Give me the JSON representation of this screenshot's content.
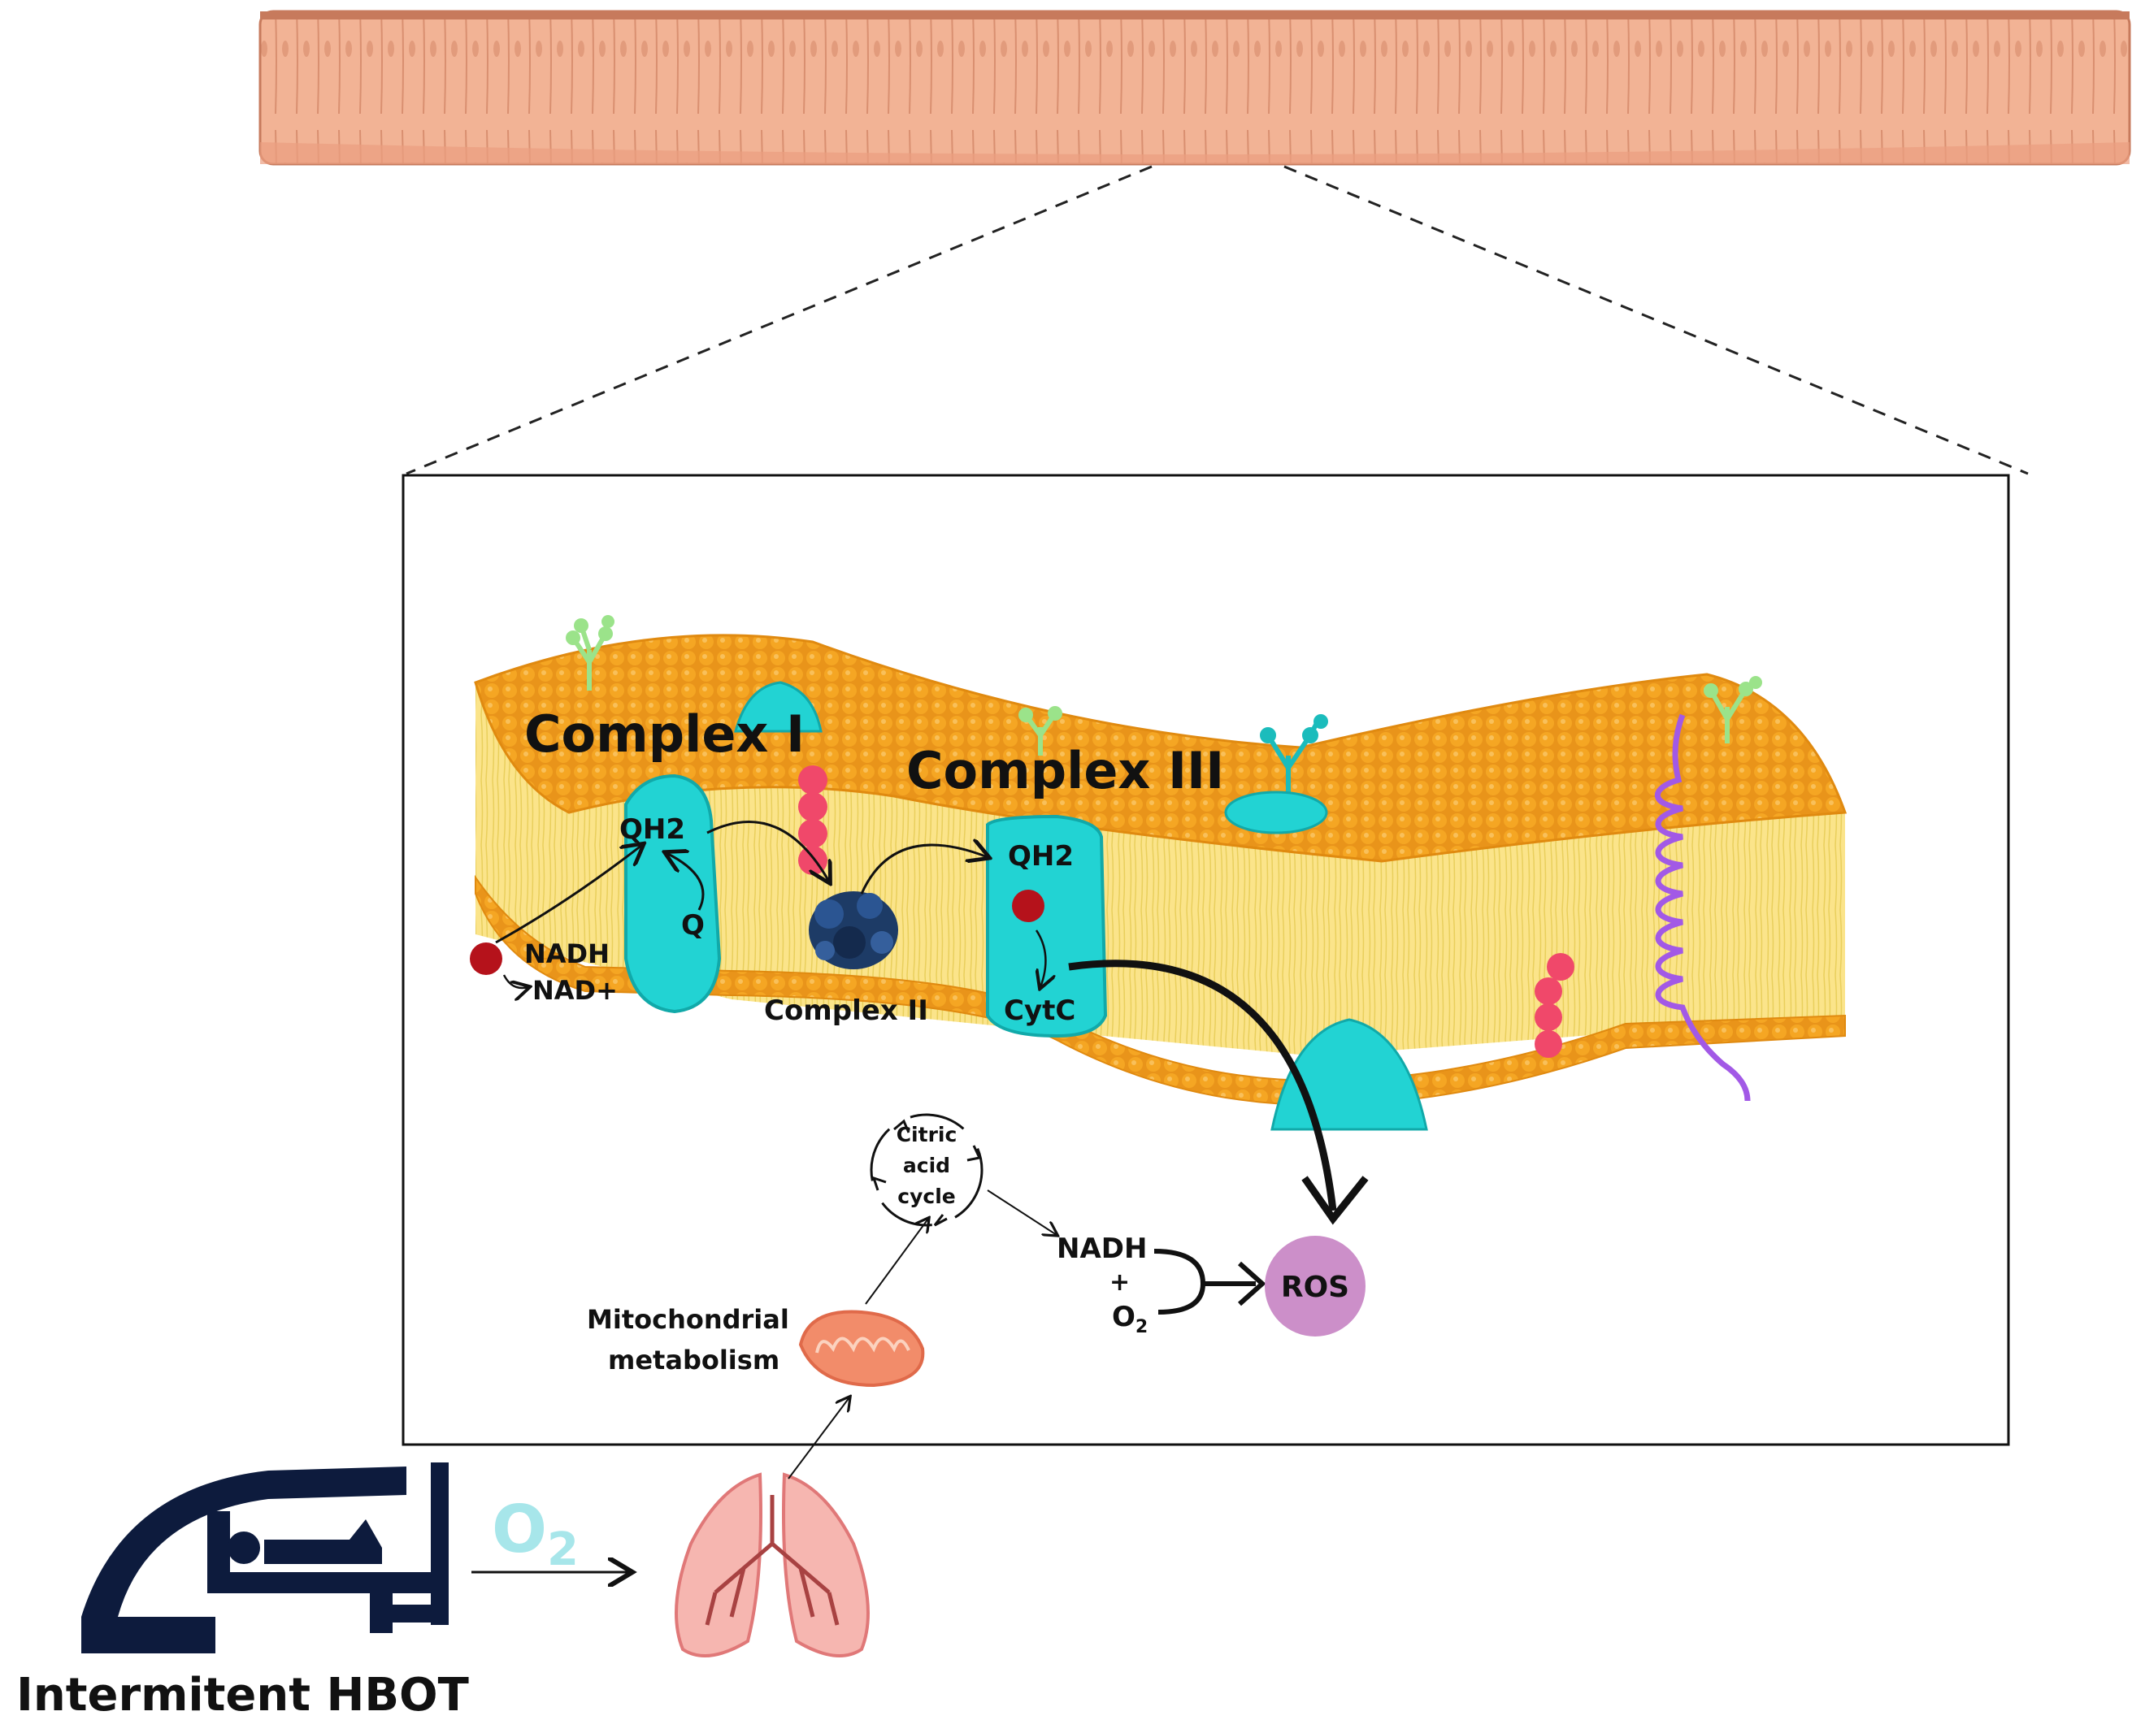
{
  "labels": {
    "complex_i": "Complex I",
    "complex_ii": "Complex II",
    "complex_iii": "Complex III",
    "qh2_left": "QH2",
    "q": "Q",
    "nadh_left": "NADH",
    "nad_plus": "NAD+",
    "qh2_right": "QH2",
    "cytc": "CytC",
    "citric_line1": "Citric",
    "citric_line2": "acid",
    "citric_line3": "cycle",
    "nadh_bottom": "NADH",
    "plus": "+",
    "o2_base": "O",
    "o2_sub": "2",
    "ros": "ROS",
    "mito_line1": "Mitochondrial",
    "mito_line2": "metabolism",
    "o2_big_base": "O",
    "o2_big_sub": "2",
    "therapy": "Intermitent HBOT"
  },
  "colors": {
    "tissue": "#f2b395",
    "tissue_dark": "#d98f70",
    "membrane_head": "#f5a623",
    "membrane_tail": "#fbe48a",
    "protein": "#22d3d3",
    "protein_dark": "#11a9a9",
    "ros": "#cc8fc9",
    "red_dot": "#b5121b",
    "pink_chain": "#f0486a",
    "helix": "#a259e6",
    "glyco": "#9be38a",
    "navy": "#0d1b3d",
    "o2_big": "#a7e6ea",
    "lung": "#f08a8a"
  },
  "icons": [
    "tissue-epithelium",
    "lipid-bilayer",
    "mitochondrion-icon",
    "lungs-icon",
    "hyperbaric-chamber-icon"
  ]
}
